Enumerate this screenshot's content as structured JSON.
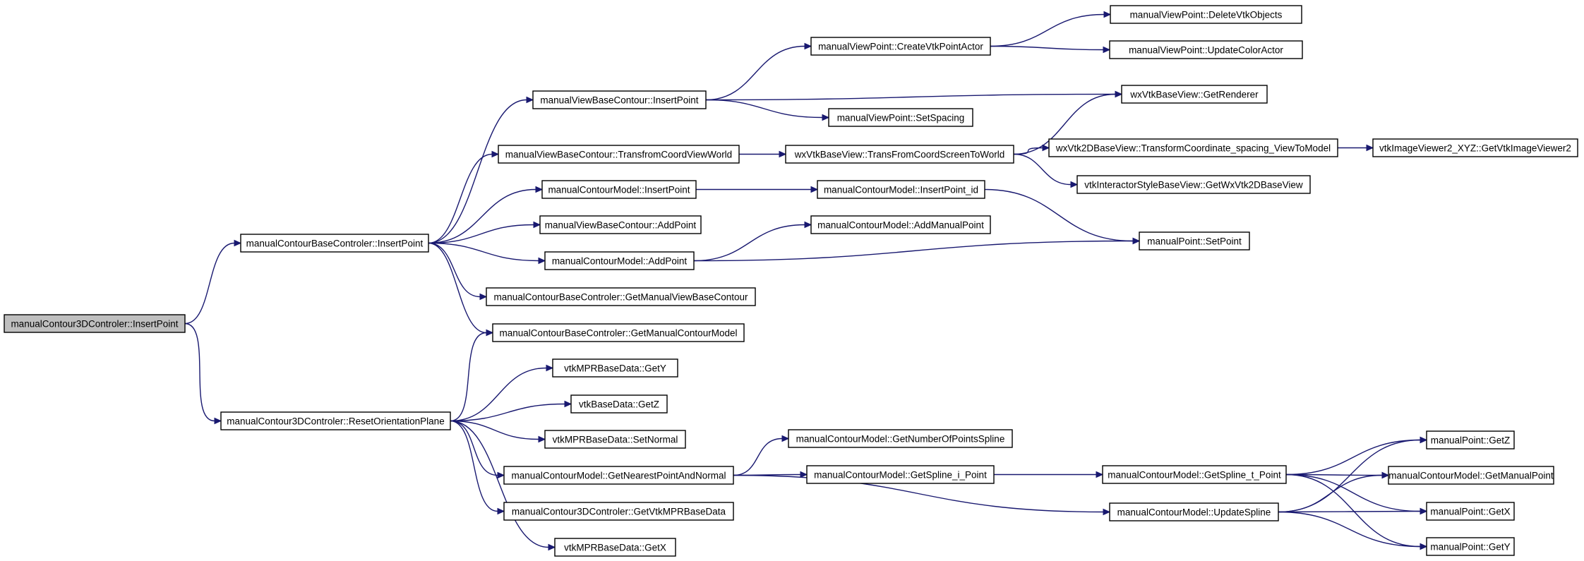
{
  "diagram": {
    "type": "call-graph",
    "colors": {
      "edge": "#191970",
      "node_border": "#000000",
      "root_fill": "#bfbfbf",
      "node_fill": "#ffffff"
    },
    "nodes": [
      {
        "id": "root",
        "label": "manualContour3DControler::InsertPoint"
      },
      {
        "id": "cbc_insert",
        "label": "manualContourBaseControler::InsertPoint"
      },
      {
        "id": "c3d_reset",
        "label": "manualContour3DControler::ResetOrientationPlane"
      },
      {
        "id": "mvbc_insert",
        "label": "manualViewBaseContour::InsertPoint"
      },
      {
        "id": "mvbc_transform",
        "label": "manualViewBaseContour::TransfromCoordViewWorld"
      },
      {
        "id": "mcm_insert",
        "label": "manualContourModel::InsertPoint"
      },
      {
        "id": "mvbc_add",
        "label": "manualViewBaseContour::AddPoint"
      },
      {
        "id": "mcm_add",
        "label": "manualContourModel::AddPoint"
      },
      {
        "id": "cbc_getview",
        "label": "manualContourBaseControler::GetManualViewBaseContour"
      },
      {
        "id": "cbc_getmodel",
        "label": "manualContourBaseControler::GetManualContourModel"
      },
      {
        "id": "mvp_create",
        "label": "manualViewPoint::CreateVtkPointActor"
      },
      {
        "id": "mvp_setspacing",
        "label": "manualViewPoint::SetSpacing"
      },
      {
        "id": "mvp_delete",
        "label": "manualViewPoint::DeleteVtkObjects"
      },
      {
        "id": "mvp_updatecolor",
        "label": "manualViewPoint::UpdateColorActor"
      },
      {
        "id": "wxv_getrenderer",
        "label": "wxVtkBaseView::GetRenderer"
      },
      {
        "id": "wxv_transfrom",
        "label": "wxVtkBaseView::TransFromCoordScreenToWorld"
      },
      {
        "id": "wx2d_transform",
        "label": "wxVtk2DBaseView::TransformCoordinate_spacing_ViewToModel"
      },
      {
        "id": "vtkiv_get",
        "label": "vtkImageViewer2_XYZ::GetVtkImageViewer2"
      },
      {
        "id": "vtkis_get",
        "label": "vtkInteractorStyleBaseView::GetWxVtk2DBaseView"
      },
      {
        "id": "mcm_insertid",
        "label": "manualContourModel::InsertPoint_id"
      },
      {
        "id": "mcm_addmanual",
        "label": "manualContourModel::AddManualPoint"
      },
      {
        "id": "mp_setpoint",
        "label": "manualPoint::SetPoint"
      },
      {
        "id": "vmpr_gety",
        "label": "vtkMPRBaseData::GetY"
      },
      {
        "id": "vbd_getz",
        "label": "vtkBaseData::GetZ"
      },
      {
        "id": "vmpr_setnormal",
        "label": "vtkMPRBaseData::SetNormal"
      },
      {
        "id": "mcm_nearest",
        "label": "manualContourModel::GetNearestPointAndNormal"
      },
      {
        "id": "c3d_getmpr",
        "label": "manualContour3DControler::GetVtkMPRBaseData"
      },
      {
        "id": "vmpr_getx",
        "label": "vtkMPRBaseData::GetX"
      },
      {
        "id": "mcm_numspline",
        "label": "manualContourModel::GetNumberOfPointsSpline"
      },
      {
        "id": "mcm_splinei",
        "label": "manualContourModel::GetSpline_i_Point"
      },
      {
        "id": "mcm_updatespline",
        "label": "manualContourModel::UpdateSpline"
      },
      {
        "id": "mcm_splinet",
        "label": "manualContourModel::GetSpline_t_Point"
      },
      {
        "id": "mp_getz",
        "label": "manualPoint::GetZ"
      },
      {
        "id": "mcm_getmanual",
        "label": "manualContourModel::GetManualPoint"
      },
      {
        "id": "mp_getx",
        "label": "manualPoint::GetX"
      },
      {
        "id": "mp_gety",
        "label": "manualPoint::GetY"
      }
    ],
    "edges": [
      [
        "root",
        "cbc_insert"
      ],
      [
        "root",
        "c3d_reset"
      ],
      [
        "cbc_insert",
        "mvbc_insert"
      ],
      [
        "cbc_insert",
        "mvbc_transform"
      ],
      [
        "cbc_insert",
        "mcm_insert"
      ],
      [
        "cbc_insert",
        "mvbc_add"
      ],
      [
        "cbc_insert",
        "mcm_add"
      ],
      [
        "cbc_insert",
        "cbc_getview"
      ],
      [
        "cbc_insert",
        "cbc_getmodel"
      ],
      [
        "mvbc_insert",
        "mvp_create"
      ],
      [
        "mvbc_insert",
        "mvp_setspacing"
      ],
      [
        "mvbc_insert",
        "wxv_getrenderer"
      ],
      [
        "mvp_create",
        "mvp_delete"
      ],
      [
        "mvp_create",
        "mvp_updatecolor"
      ],
      [
        "mvbc_transform",
        "wxv_transfrom"
      ],
      [
        "wxv_transfrom",
        "wxv_getrenderer"
      ],
      [
        "wxv_transfrom",
        "wx2d_transform"
      ],
      [
        "wxv_transfrom",
        "vtkis_get"
      ],
      [
        "wx2d_transform",
        "vtkiv_get"
      ],
      [
        "mcm_insert",
        "mcm_insertid"
      ],
      [
        "mcm_insertid",
        "mp_setpoint"
      ],
      [
        "mcm_add",
        "mcm_addmanual"
      ],
      [
        "mcm_add",
        "mp_setpoint"
      ],
      [
        "c3d_reset",
        "cbc_getmodel"
      ],
      [
        "c3d_reset",
        "vmpr_gety"
      ],
      [
        "c3d_reset",
        "vbd_getz"
      ],
      [
        "c3d_reset",
        "vmpr_setnormal"
      ],
      [
        "c3d_reset",
        "mcm_nearest"
      ],
      [
        "c3d_reset",
        "c3d_getmpr"
      ],
      [
        "c3d_reset",
        "vmpr_getx"
      ],
      [
        "mcm_nearest",
        "mcm_numspline"
      ],
      [
        "mcm_nearest",
        "mcm_splinei"
      ],
      [
        "mcm_nearest",
        "mcm_updatespline"
      ],
      [
        "mcm_splinei",
        "mcm_splinet"
      ],
      [
        "mcm_splinet",
        "mp_getz"
      ],
      [
        "mcm_splinet",
        "mcm_getmanual"
      ],
      [
        "mcm_splinet",
        "mp_getx"
      ],
      [
        "mcm_splinet",
        "mp_gety"
      ],
      [
        "mcm_updatespline",
        "mp_getz"
      ],
      [
        "mcm_updatespline",
        "mcm_getmanual"
      ],
      [
        "mcm_updatespline",
        "mp_getx"
      ],
      [
        "mcm_updatespline",
        "mp_gety"
      ]
    ]
  }
}
